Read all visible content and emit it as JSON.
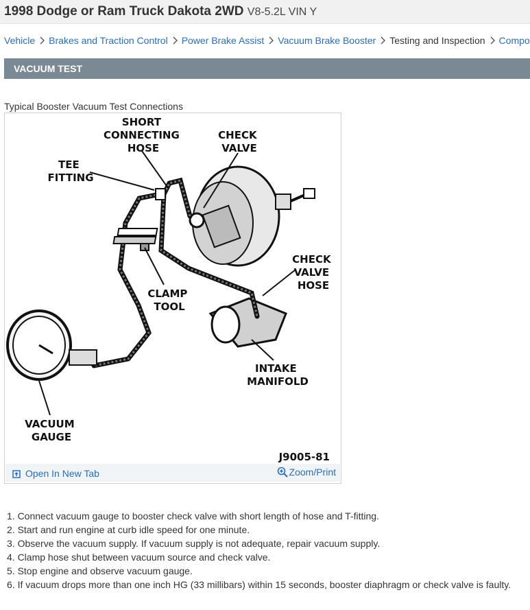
{
  "header": {
    "title": "1998 Dodge or Ram Truck Dakota 2WD",
    "engine": "V8-5.2L VIN Y"
  },
  "breadcrumb": {
    "items": [
      {
        "label": "Vehicle"
      },
      {
        "label": "Brakes and Traction Control"
      },
      {
        "label": "Power Brake Assist"
      },
      {
        "label": "Vacuum Brake Booster"
      },
      {
        "label": "Testing and Inspection"
      },
      {
        "label": "Compon"
      }
    ]
  },
  "section": {
    "title": "VACUUM TEST"
  },
  "figure": {
    "caption": "Typical Booster Vacuum Test Connections",
    "labels": {
      "short_hose": [
        "SHORT",
        "CONNECTING",
        "HOSE"
      ],
      "check_valve": [
        "CHECK",
        "VALVE"
      ],
      "tee_fitting": [
        "TEE",
        "FITTING"
      ],
      "check_valve_hose": [
        "CHECK",
        "VALVE",
        "HOSE"
      ],
      "clamp_tool": [
        "CLAMP",
        "TOOL"
      ],
      "intake_manifold": [
        "INTAKE",
        "MANIFOLD"
      ],
      "vacuum_gauge": [
        "VACUUM",
        "GAUGE"
      ],
      "figure_code": "J9005-81"
    },
    "open_tab_label": "Open In New Tab",
    "zoom_label": "Zoom/Print",
    "icons": {
      "open_tab": "open-in-new-tab-icon",
      "zoom": "magnifier-plus-icon"
    }
  },
  "steps": [
    "1. Connect vacuum gauge to booster check valve with short length of hose and T-fitting.",
    "2. Start and run engine at curb idle speed for one minute.",
    "3. Observe the vacuum supply. If vacuum supply is not adequate, repair vacuum supply.",
    "4. Clamp hose shut between vacuum source and check valve.",
    "5. Stop engine and observe vacuum gauge.",
    "6. If vacuum drops more than one inch HG (33 millibars) within 15 seconds, booster diaphragm or check valve is faulty."
  ],
  "colors": {
    "link": "#2a6ebb",
    "section_bar": "#7a8993",
    "title_bar": "#f1f1f1",
    "figure_footer": "#f1f4f7"
  }
}
